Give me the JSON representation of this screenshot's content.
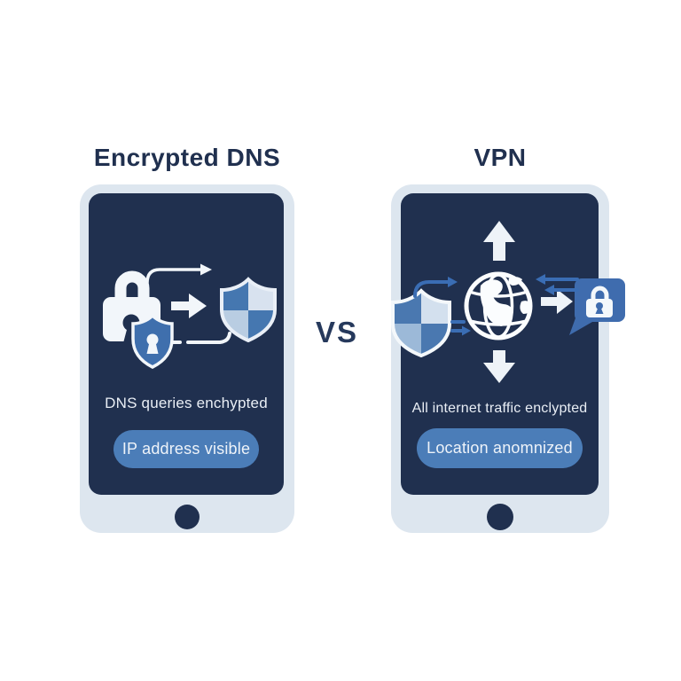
{
  "illustration": {
    "vs_label": "VS",
    "left": {
      "title": "Encrypted DNS",
      "caption": "DNS queries enchypted",
      "badge_label": "IP address visible",
      "icon_names": [
        "padlock-icon",
        "keyhole-shield-icon",
        "checkered-shield-icon",
        "flow-arrow-icons"
      ]
    },
    "right": {
      "title": "VPN",
      "caption": "All internet traffic enclypted",
      "badge_label": "Location anomnized",
      "icon_names": [
        "up-arrow-icon",
        "globe-icon",
        "down-arrow-icon",
        "checkered-shield-icon",
        "lock-chat-bubble-icon",
        "flow-arrow-icons"
      ]
    },
    "colors": {
      "background": "#ffffff",
      "title_text": "#20304f",
      "phone_frame": "#dde6ef",
      "phone_screen": "#20304f",
      "badge_fill": "#4b7db8",
      "badge_text": "#eef3f9",
      "caption_text": "#e9eef5",
      "icon_blue": "#3f6fad",
      "icon_light_blue": "#d3e0ee",
      "icon_muted_blue": "#9cb9d8",
      "icon_white": "#f2f6fa",
      "arrow_blue": "#3a6db4"
    }
  }
}
